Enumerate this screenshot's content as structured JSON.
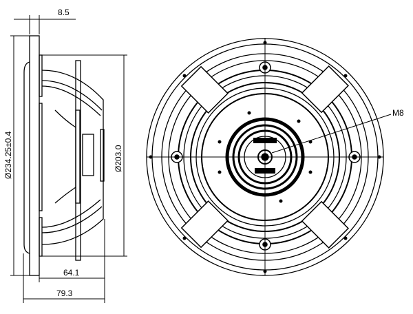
{
  "dimensions": {
    "flange_thickness": "8.5",
    "outer_diameter": "Ø234.25±0.4",
    "cutout_diameter": "Ø203.0",
    "mount_depth": "64.1",
    "total_depth": "79.3",
    "thread": "M8"
  }
}
